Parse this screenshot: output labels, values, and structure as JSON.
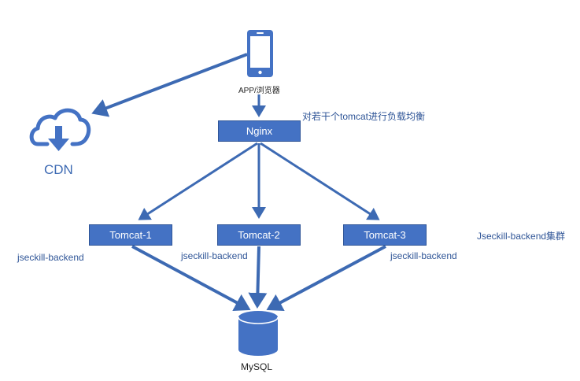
{
  "client": {
    "icon": "smartphone-icon",
    "label": "APP/浏览器"
  },
  "cdn": {
    "icon": "cloud-download-icon",
    "label": "CDN"
  },
  "nginx": {
    "label": "Nginx",
    "annotation": "对若干个tomcat进行负载均衡"
  },
  "tomcats": [
    {
      "label": "Tomcat-1",
      "app": "jseckill-backend"
    },
    {
      "label": "Tomcat-2",
      "app": "jseckill-backend"
    },
    {
      "label": "Tomcat-3",
      "app": "jseckill-backend"
    }
  ],
  "cluster_label": "Jseckill-backend集群",
  "database": {
    "icon": "database-icon",
    "label": "MySQL"
  },
  "colors": {
    "accent": "#4472c4",
    "arrow": "#3d6ab3",
    "text_accent": "#2f5597"
  }
}
